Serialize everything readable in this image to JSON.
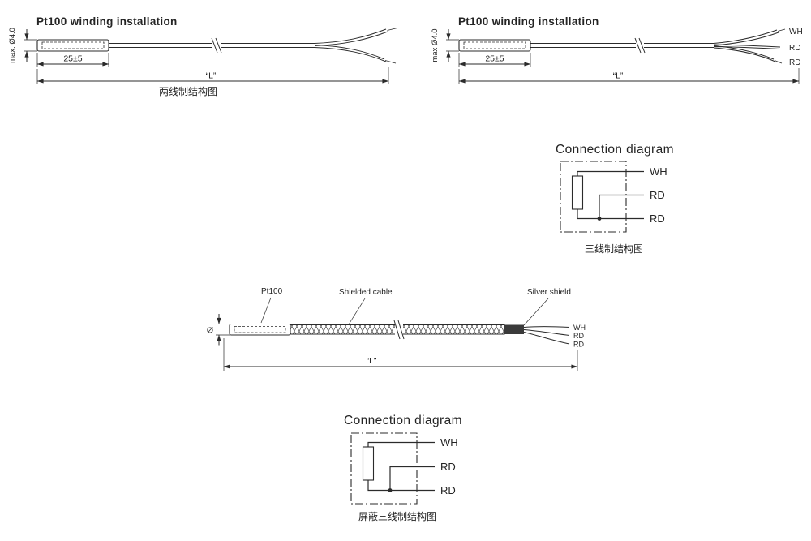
{
  "colors": {
    "line": "#2b2b2b",
    "background": "#ffffff"
  },
  "two_wire": {
    "title": "Pt100 winding installation",
    "dim_diameter": "max. Ø4.0",
    "dim_probe_length": "25±5",
    "dim_total_length": "“L”",
    "caption": "两线制结构图"
  },
  "three_wire": {
    "title": "Pt100 winding installation",
    "dim_diameter": "max Ø4.0",
    "dim_probe_length": "25±5",
    "dim_total_length": "“L”",
    "wire_labels": [
      "WH",
      "RD",
      "RD"
    ]
  },
  "three_wire_connection": {
    "title": "Connection diagram",
    "wire_labels": [
      "WH",
      "RD",
      "RD"
    ],
    "caption": "三线制结构图"
  },
  "shielded": {
    "label_pt100": "Pt100",
    "label_shielded_cable": "Shielded cable",
    "label_silver_shield": "Silver shield",
    "dim_diameter": "Ø",
    "dim_total_length": "“L”",
    "wire_labels": [
      "WH",
      "RD",
      "RD"
    ]
  },
  "shielded_connection": {
    "title": "Connection diagram",
    "wire_labels": [
      "WH",
      "RD",
      "RD"
    ],
    "caption": "屏蔽三线制结构图"
  }
}
